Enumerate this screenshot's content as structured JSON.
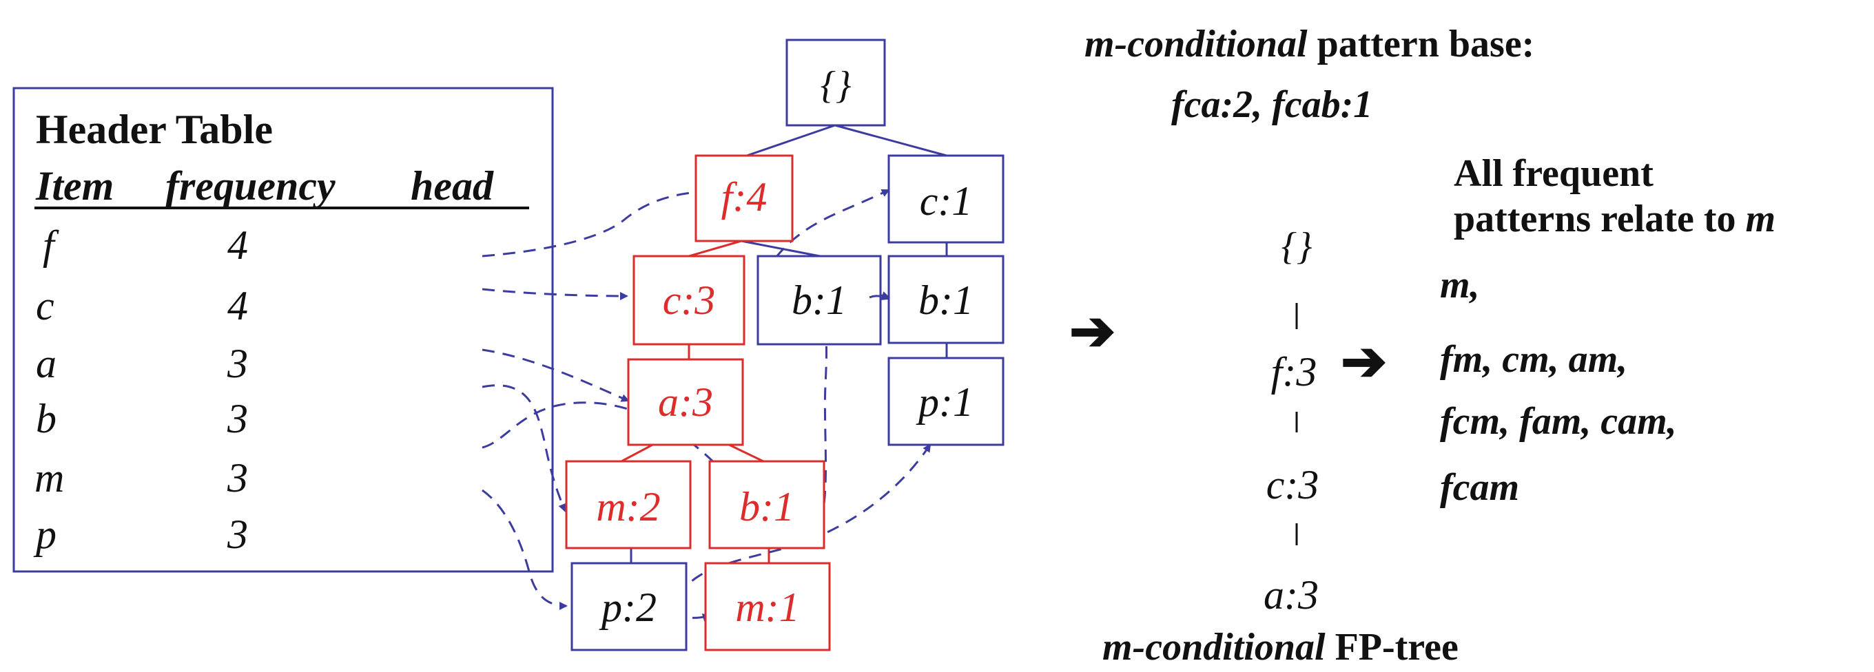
{
  "colors": {
    "blue": "#3c3ca0",
    "red": "#dc2c2c",
    "text": "#111111",
    "background": "#ffffff"
  },
  "header_table": {
    "title": "Header Table",
    "columns": [
      "Item",
      "frequency",
      "head"
    ],
    "rows": [
      {
        "item": "f",
        "frequency": "4"
      },
      {
        "item": "c",
        "frequency": "4"
      },
      {
        "item": "a",
        "frequency": "3"
      },
      {
        "item": "b",
        "frequency": "3"
      },
      {
        "item": "m",
        "frequency": "3"
      },
      {
        "item": "p",
        "frequency": "3"
      }
    ]
  },
  "fp_tree": {
    "nodes": [
      {
        "id": "root",
        "label": "{}",
        "highlight": false
      },
      {
        "id": "f4",
        "label": "f:4",
        "highlight": true
      },
      {
        "id": "c1",
        "label": "c:1",
        "highlight": false
      },
      {
        "id": "c3",
        "label": "c:3",
        "highlight": true
      },
      {
        "id": "b1a",
        "label": "b:1",
        "highlight": false
      },
      {
        "id": "b1b",
        "label": "b:1",
        "highlight": false
      },
      {
        "id": "a3",
        "label": "a:3",
        "highlight": true
      },
      {
        "id": "p1",
        "label": "p:1",
        "highlight": false
      },
      {
        "id": "m2",
        "label": "m:2",
        "highlight": true
      },
      {
        "id": "b1c",
        "label": "b:1",
        "highlight": true
      },
      {
        "id": "p2",
        "label": "p:2",
        "highlight": false
      },
      {
        "id": "m1",
        "label": "m:1",
        "highlight": true
      }
    ],
    "edges": [
      {
        "from": "root",
        "to": "f4"
      },
      {
        "from": "root",
        "to": "c1"
      },
      {
        "from": "f4",
        "to": "c3"
      },
      {
        "from": "f4",
        "to": "b1a"
      },
      {
        "from": "c3",
        "to": "a3"
      },
      {
        "from": "a3",
        "to": "m2"
      },
      {
        "from": "a3",
        "to": "b1c"
      },
      {
        "from": "m2",
        "to": "p2"
      },
      {
        "from": "b1c",
        "to": "m1"
      },
      {
        "from": "c1",
        "to": "b1b"
      },
      {
        "from": "b1b",
        "to": "p1"
      }
    ]
  },
  "pattern_base": {
    "title_italic": "m-conditional",
    "title_rest": " pattern base:",
    "value": "fca:2, fcab:1"
  },
  "conditional_tree": {
    "nodes": [
      "{}",
      "f:3",
      "c:3",
      "a:3"
    ],
    "caption_italic": "m-conditional",
    "caption_rest": " FP-tree"
  },
  "frequent_patterns": {
    "title_line1": "All frequent",
    "title_line2": "patterns relate to ",
    "title_item": "m",
    "lines": [
      "m,",
      "fm, cm, am,",
      "fcm, fam, cam,",
      "fcam"
    ]
  },
  "arrows": [
    "arrow-right-icon",
    "arrow-right-icon"
  ]
}
